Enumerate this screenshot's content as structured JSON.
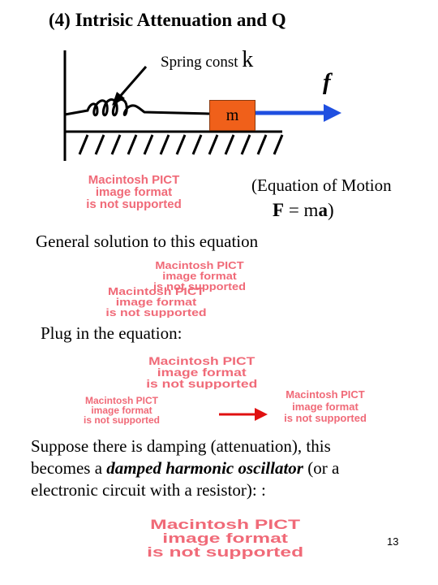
{
  "slide": {
    "title": "(4) Intrisic Attenuation and Q",
    "spring_label": "Spring const",
    "spring_symbol": "k",
    "force_symbol": "f",
    "mass_label": "m",
    "equation_of_motion": "(Equation of Motion",
    "equation_f": "F",
    "equation_eq": " = m",
    "equation_a": "a",
    "equation_close": ")",
    "general_solution": "General solution to this equation",
    "plug_in": "Plug in the equation:",
    "damping_line1": "Suppose there is damping (attenuation), this",
    "damping_line2_pre": "becomes a ",
    "damping_emph": "damped harmonic oscillator",
    "damping_line2_post": " (or a",
    "damping_line3": "electronic circuit with a resistor): :",
    "page_number": "13"
  },
  "placeholders": {
    "line1": "Macintosh PICT",
    "line2": "image format",
    "line3": "is not supported"
  },
  "colors": {
    "mass": "#f0601a",
    "arrow_blue": "#1f4fe0",
    "arrow_red": "#e01010",
    "placeholder_text": "#f06a78"
  }
}
